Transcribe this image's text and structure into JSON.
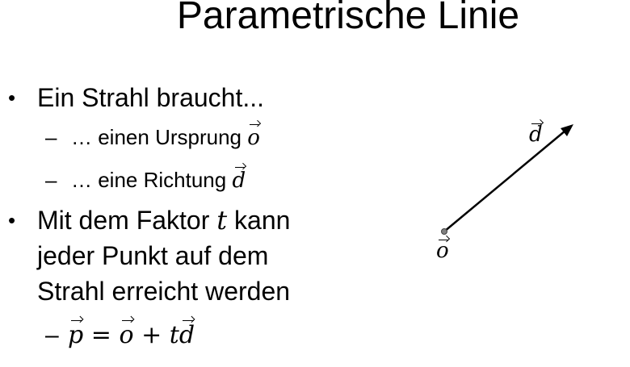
{
  "slide": {
    "title": "Parametrische Linie",
    "bullets": [
      {
        "text": "Ein Strahl braucht...",
        "sub": [
          {
            "text": "… einen Ursprung",
            "symbol": "o"
          },
          {
            "text": "… eine Richtung",
            "symbol": "d"
          }
        ]
      },
      {
        "lines": [
          "Mit dem Faktor",
          "kann",
          "jeder Punkt auf dem",
          "Strahl erreicht werden"
        ],
        "factor_symbol": "t",
        "sub": [
          {
            "formula": {
              "lhs": "p",
              "eq": "=",
              "o": "o",
              "plus": "+",
              "t": "t",
              "d": "d"
            },
            "dash": "–"
          }
        ]
      }
    ],
    "bullet_glyph": "•",
    "dash_glyph": "–"
  },
  "diagram": {
    "origin_label": "o",
    "direction_label": "d",
    "line_color": "#000000",
    "point_color": "#808080"
  }
}
